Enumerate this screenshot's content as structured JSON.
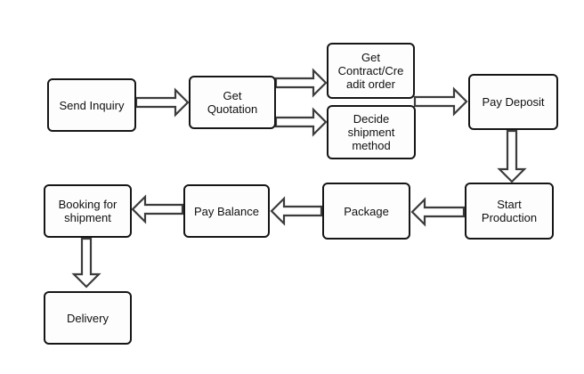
{
  "diagram": {
    "type": "flowchart",
    "background_color": "#ffffff",
    "node_border_color": "#161616",
    "node_fill_color": "#fdfdfd",
    "arrow_outline_color": "#3c3c3c",
    "arrow_fill_color": "#ffffff",
    "nodes": [
      {
        "id": "send-inquiry",
        "label": "Send Inquiry"
      },
      {
        "id": "get-quotation",
        "label": "Get\nQuotation"
      },
      {
        "id": "get-contract-credit-order",
        "label": "Get\nContract/Cre\nadit order"
      },
      {
        "id": "decide-shipment-method",
        "label": "Decide\nshipment\nmethod"
      },
      {
        "id": "pay-deposit",
        "label": "Pay Deposit"
      },
      {
        "id": "start-production",
        "label": "Start\nProduction"
      },
      {
        "id": "package",
        "label": "Package"
      },
      {
        "id": "pay-balance",
        "label": "Pay Balance"
      },
      {
        "id": "booking-for-shipment",
        "label": "Booking for\nshipment"
      },
      {
        "id": "delivery",
        "label": "Delivery"
      }
    ],
    "edges": [
      {
        "from": "send-inquiry",
        "to": "get-quotation",
        "direction": "right"
      },
      {
        "from": "get-quotation",
        "to": "get-contract-credit-order",
        "direction": "right"
      },
      {
        "from": "get-quotation",
        "to": "decide-shipment-method",
        "direction": "right"
      },
      {
        "from": "get-contract-credit-order",
        "to": "pay-deposit",
        "direction": "right"
      },
      {
        "from": "pay-deposit",
        "to": "start-production",
        "direction": "down"
      },
      {
        "from": "start-production",
        "to": "package",
        "direction": "left"
      },
      {
        "from": "package",
        "to": "pay-balance",
        "direction": "left"
      },
      {
        "from": "pay-balance",
        "to": "booking-for-shipment",
        "direction": "left"
      },
      {
        "from": "booking-for-shipment",
        "to": "delivery",
        "direction": "down"
      }
    ]
  }
}
